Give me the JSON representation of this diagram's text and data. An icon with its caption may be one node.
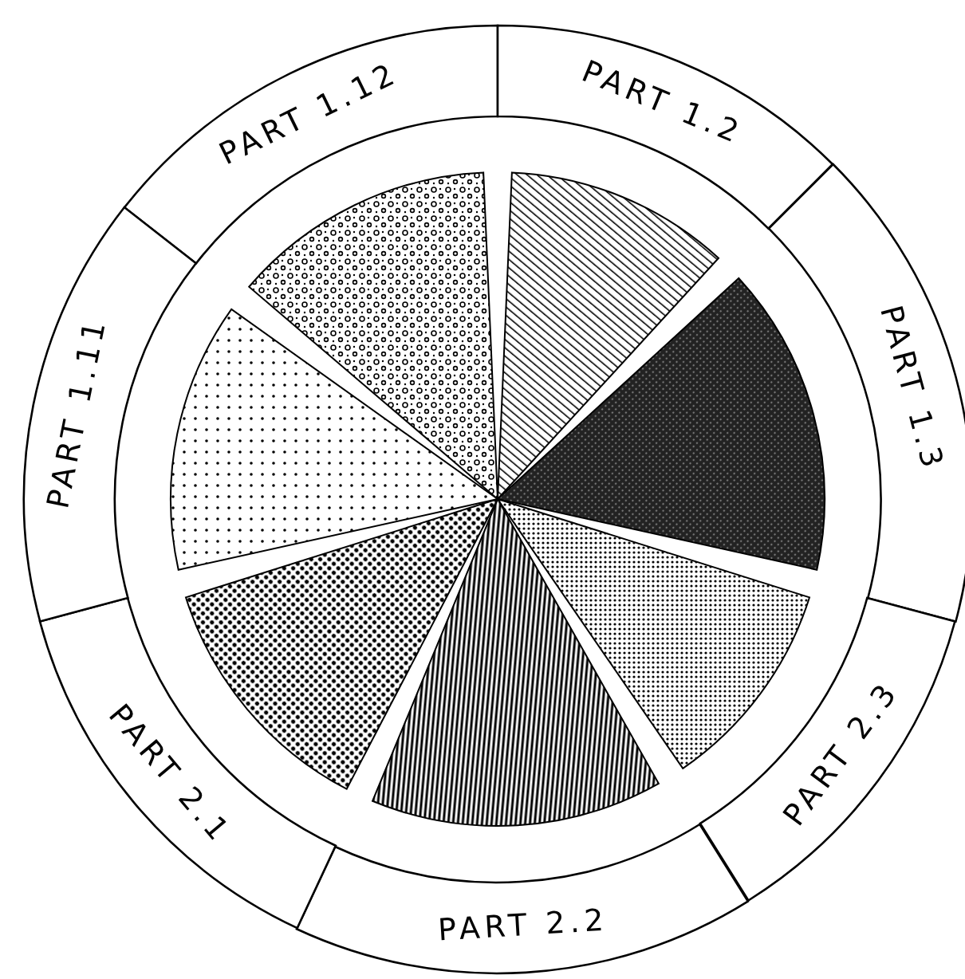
{
  "diagram": {
    "nodes": [
      {
        "text": [
          "PART 1.12"
        ]
      },
      {
        "text": [
          "PART 1.2"
        ]
      },
      {
        "text": [
          "PART 1.3"
        ]
      },
      {
        "text": [
          "PART 2.3"
        ]
      },
      {
        "text": [
          "PART 2.2"
        ]
      },
      {
        "text": [
          "PART 2.1"
        ]
      },
      {
        "text": [
          "PART 1.11"
        ]
      }
    ]
  }
}
